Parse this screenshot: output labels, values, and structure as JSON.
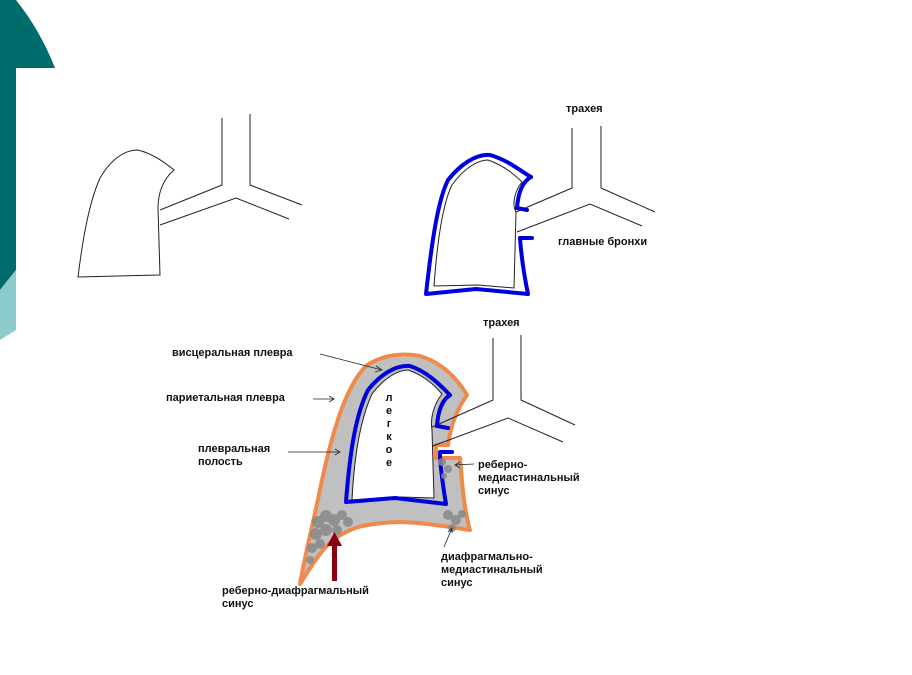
{
  "colors": {
    "teal": "#006b6b",
    "light_teal": "#8ccccc",
    "parietal_outline": "#0000dd",
    "visceral_fill": "#c0c0c0",
    "outer_outline": "#f08a4b",
    "arrow": "#8b0010",
    "sinus_texture": "#888888"
  },
  "diagram2": {
    "trachea_label": "трахея",
    "bronchi_label": "главные бронхи"
  },
  "diagram3": {
    "trachea_label": "трахея",
    "visceral_label": "висцеральная плевра",
    "parietal_label": "париетальная плевра",
    "cavity_label_line1": "плевральная",
    "cavity_label_line2": "полость",
    "lung_letters": [
      "л",
      "е",
      "г",
      "к",
      "о",
      "е"
    ],
    "costomediastinal_line1": "реберно-",
    "costomediastinal_line2": "медиастинальный",
    "costomediastinal_line3": "синус",
    "diaphragmomediastinal_line1": "диафрагмально-",
    "diaphragmomediastinal_line2": "медиастинальный",
    "diaphragmomediastinal_line3": "синус",
    "costodiaphragmatic_line1": "реберно-диафрагмальный",
    "costodiaphragmatic_line2": "синус"
  }
}
